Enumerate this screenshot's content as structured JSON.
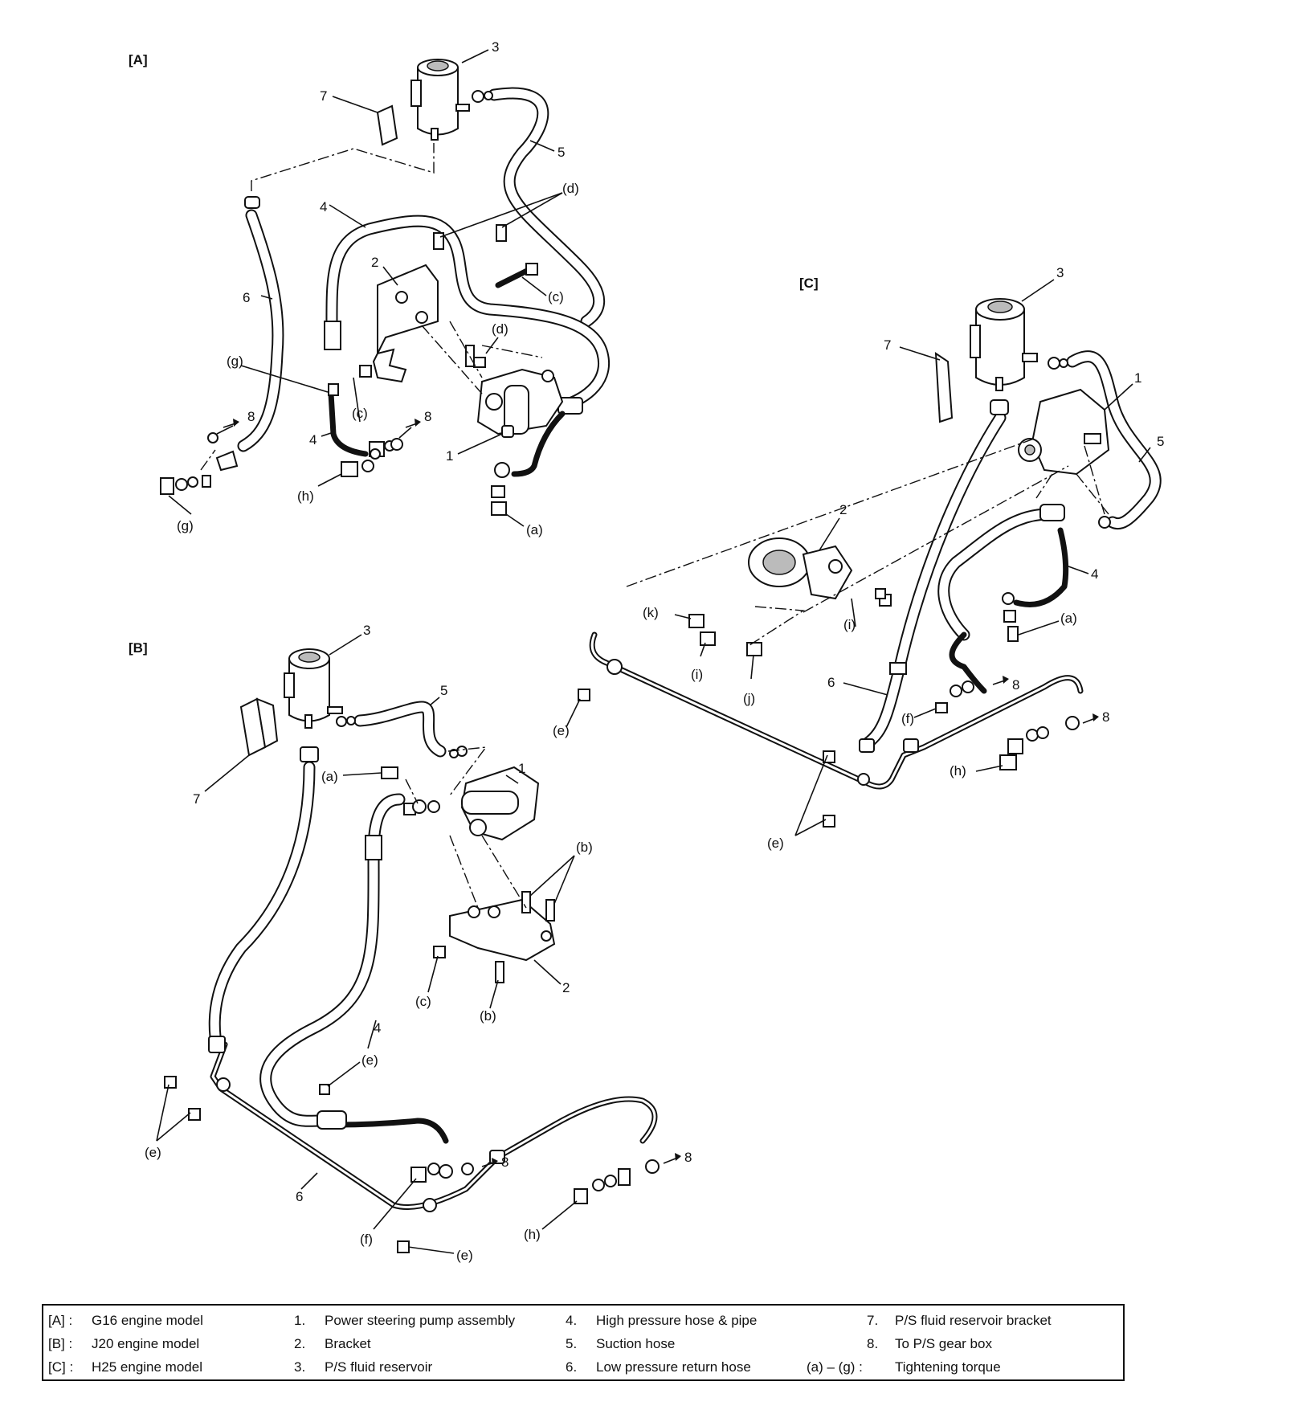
{
  "sections": {
    "a": {
      "label": "[A]",
      "callouts": {
        "n1": "1",
        "n2": "2",
        "n3": "3",
        "n4a": "4",
        "n4b": "4",
        "n5": "5",
        "n6": "6",
        "n7": "7",
        "n8a": "8",
        "n8b": "8",
        "a": "(a)",
        "c1": "(c)",
        "c2": "(c)",
        "d1": "(d)",
        "d2": "(d)",
        "g1": "(g)",
        "g2": "(g)",
        "h": "(h)"
      }
    },
    "b": {
      "label": "[B]",
      "callouts": {
        "n1": "1",
        "n2": "2",
        "n3": "3",
        "n4": "4",
        "n5": "5",
        "n6": "6",
        "n7": "7",
        "n8a": "8",
        "n8b": "8",
        "a": "(a)",
        "b1": "(b)",
        "b2": "(b)",
        "c": "(c)",
        "e1": "(e)",
        "e2": "(e)",
        "e3": "(e)",
        "f": "(f)",
        "h": "(h)"
      }
    },
    "c": {
      "label": "[C]",
      "callouts": {
        "n1": "1",
        "n2": "2",
        "n3": "3",
        "n4": "4",
        "n5": "5",
        "n6": "6",
        "n7": "7",
        "n8a": "8",
        "n8b": "8",
        "a": "(a)",
        "e1": "(e)",
        "e2": "(e)",
        "f": "(f)",
        "h": "(h)",
        "i1": "(i)",
        "i2": "(i)",
        "j": "(j)",
        "k": "(k)"
      }
    }
  },
  "legend": {
    "rows": [
      [
        {
          "key": "[A] :",
          "value": "G16 engine model"
        },
        {
          "key": "1.",
          "value": "Power steering pump assembly"
        },
        {
          "key": "4.",
          "value": "High pressure hose & pipe"
        },
        {
          "key": "7.",
          "value": "P/S fluid reservoir bracket"
        }
      ],
      [
        {
          "key": "[B] :",
          "value": "J20 engine model"
        },
        {
          "key": "2.",
          "value": "Bracket"
        },
        {
          "key": "5.",
          "value": "Suction hose"
        },
        {
          "key": "8.",
          "value": "To P/S gear box"
        }
      ],
      [
        {
          "key": "[C] :",
          "value": "H25 engine model"
        },
        {
          "key": "3.",
          "value": "P/S fluid reservoir"
        },
        {
          "key": "6.",
          "value": "Low pressure return hose"
        },
        {
          "key": "(a) – (g) :",
          "value": "Tightening torque"
        }
      ]
    ]
  }
}
